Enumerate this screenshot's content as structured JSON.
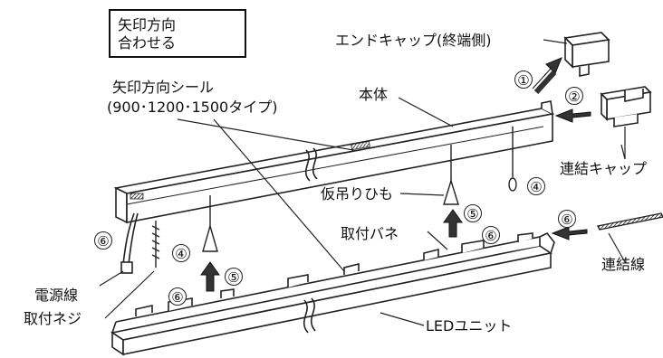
{
  "arrow_box": {
    "line1": "矢印方向",
    "line2": "合わせる"
  },
  "labels": {
    "arrow_seal": "矢印方向シール",
    "arrow_seal_types": "(900･1200･1500タイプ)",
    "end_cap": "エンドキャップ(終端側)",
    "main_body": "本体",
    "joint_cap": "連結キャップ",
    "temp_string": "仮吊りひも",
    "mount_spring": "取付バネ",
    "joint_wire": "連結線",
    "power_wire": "電源線",
    "mount_screw": "取付ネジ",
    "led_unit": "LEDユニット"
  },
  "steps": {
    "s1": "①",
    "s2": "②",
    "s4a": "④",
    "s4b": "④",
    "s5a": "⑤",
    "s5b": "⑤",
    "s6a": "⑥",
    "s6b": "⑥",
    "s6c": "⑥",
    "s6d": "⑥"
  },
  "colors": {
    "line": "#222222",
    "arrow": "#333333",
    "fill": "#ffffff",
    "shade": "#dddddd"
  }
}
